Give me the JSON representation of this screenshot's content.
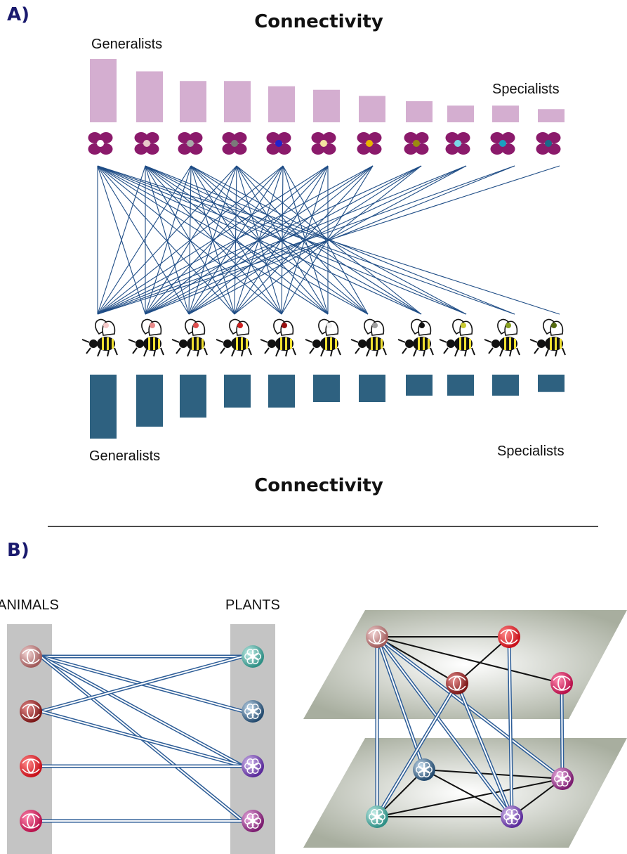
{
  "panel_a": {
    "label": "A)",
    "top_title": "Connectivity",
    "bottom_title": "Connectivity",
    "plant_generalists_label": "Generalists",
    "plant_specialists_label": "Specialists",
    "animal_generalists_label": "Generalists",
    "animal_specialists_label": "Specialists",
    "plant_bars": [
      0.72,
      0.58,
      0.47,
      0.47,
      0.41,
      0.37,
      0.3,
      0.24,
      0.19,
      0.19,
      0.15
    ],
    "animal_bars": [
      0.7,
      0.57,
      0.47,
      0.36,
      0.36,
      0.3,
      0.3,
      0.23,
      0.23,
      0.23,
      0.19
    ],
    "plant_center_colors": [
      "#ffffff",
      "#e8c9c9",
      "#a9a9a9",
      "#7a7a7a",
      "#2222cc",
      "#f3e3a0",
      "#e8b400",
      "#9a8a10",
      "#7ad6e6",
      "#1aa0c0",
      "#1a6a8a"
    ],
    "animal_dot_colors": [
      "#f5c9c9",
      "#e88a8a",
      "#e05050",
      "#cc1f1f",
      "#991111",
      "#f0f0f0",
      "#a0a0a0",
      "#111111",
      "#c8c830",
      "#88a020",
      "#556b10"
    ],
    "plant_color": "#d4aed0",
    "animal_bar_color": "#2e6180",
    "link_color": "#1f4d86"
  },
  "panel_b": {
    "label": "B)",
    "animals_label": "ANIMALS",
    "plants_label": "PLANTS"
  }
}
